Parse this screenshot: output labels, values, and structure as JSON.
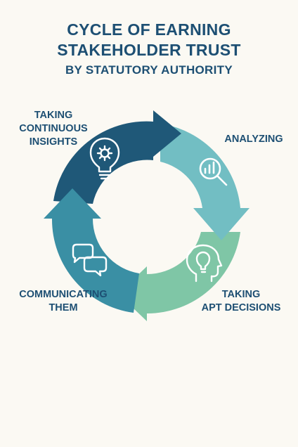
{
  "title": {
    "line1": "CYCLE OF EARNING",
    "line2": "STAKEHOLDER TRUST",
    "line3": "BY STATUTORY AUTHORITY"
  },
  "steps": [
    {
      "line1": "TAKING",
      "line2": "CONTINUOUS",
      "line3": "INSIGHTS",
      "icon": "lightbulb-gear-icon",
      "color": "#1f5878"
    },
    {
      "line1": "ANALYZING",
      "icon": "chart-magnifier-icon",
      "color": "#72bec3"
    },
    {
      "line1": "TAKING",
      "line2": "APT DECISIONS",
      "icon": "head-lightbulb-icon",
      "color": "#7fc6a6"
    },
    {
      "line1": "COMMUNICATING",
      "line2": "THEM",
      "icon": "chat-bubbles-icon",
      "color": "#3a8fa4"
    }
  ],
  "colors": {
    "background": "#fbf9f3",
    "text": "#1d4f73"
  }
}
